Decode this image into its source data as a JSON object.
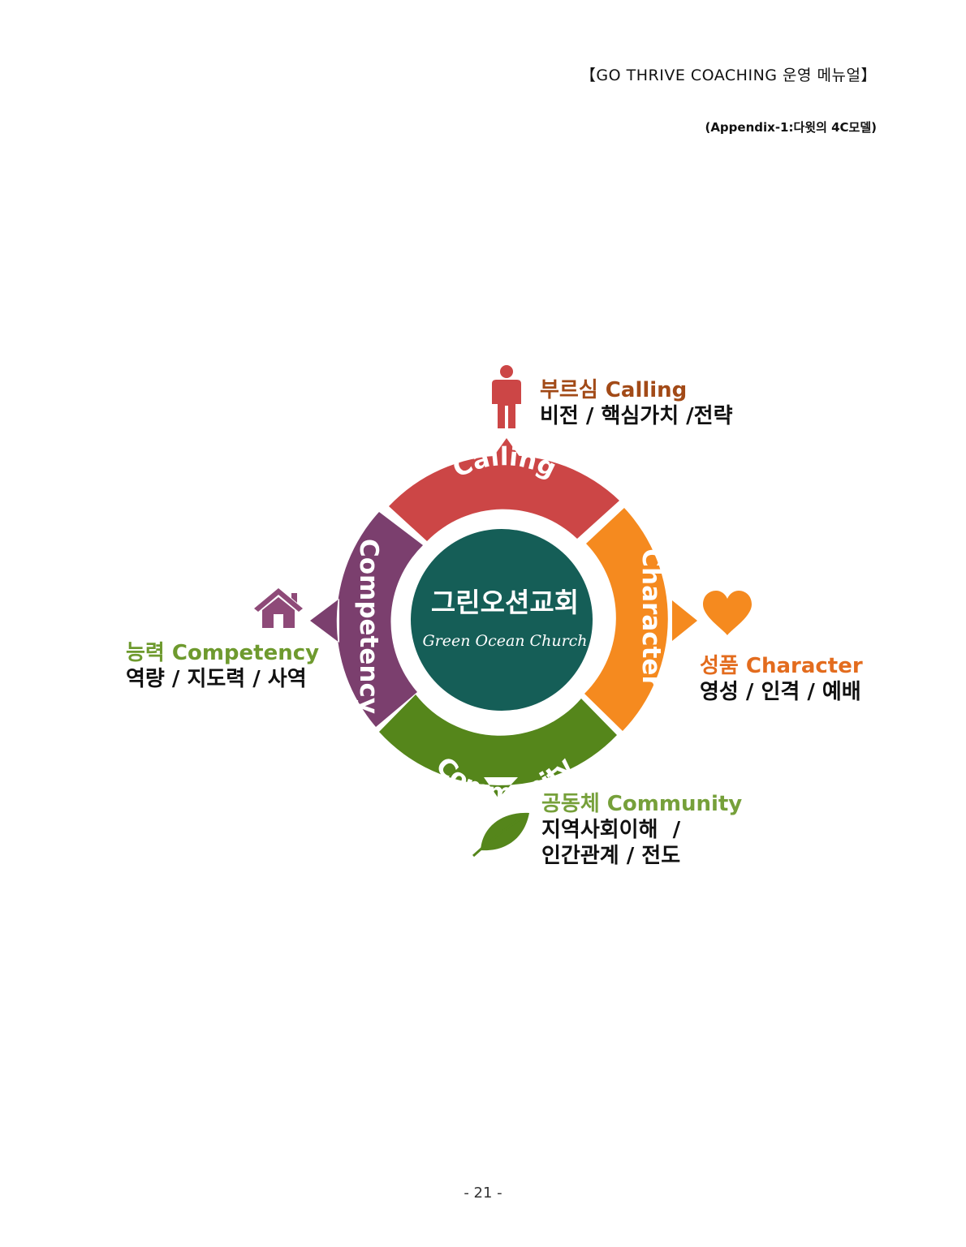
{
  "header": {
    "title": "【GO THRIVE COACHING 운영 메뉴얼】",
    "subtitle": "(Appendix-1:다윗의 4C모델)"
  },
  "diagram": {
    "center": {
      "name_ko": "그린오션교회",
      "name_en": "Green Ocean Church",
      "color": "#155E57"
    },
    "segments": [
      {
        "label": "Calling",
        "title": "부르심 Calling",
        "description_lines": [
          "비전 / 핵심가치 /전략"
        ],
        "icon": "person-icon",
        "color": "#CC4646",
        "title_color": "#A24A17"
      },
      {
        "label": "Character",
        "title": "성품 Character",
        "description_lines": [
          "영성 / 인격 / 예배"
        ],
        "icon": "heart-icon",
        "color": "#F58A1F",
        "title_color": "#E36C1E"
      },
      {
        "label": "Community",
        "title": "공동체 Community",
        "description_lines": [
          "지역사회이해  /",
          "인간관계 / 전도"
        ],
        "icon": "leaf-icon",
        "color": "#55861B",
        "title_color": "#76A03A"
      },
      {
        "label": "Competency",
        "title": "능력 Competency",
        "description_lines": [
          "역량 / 지도력 / 사역"
        ],
        "icon": "house-icon",
        "color": "#7B3F6E",
        "title_color": "#6E9A2E",
        "icon_color": "#8E4A78"
      }
    ]
  },
  "footer": {
    "page_number": "- 21 -"
  }
}
